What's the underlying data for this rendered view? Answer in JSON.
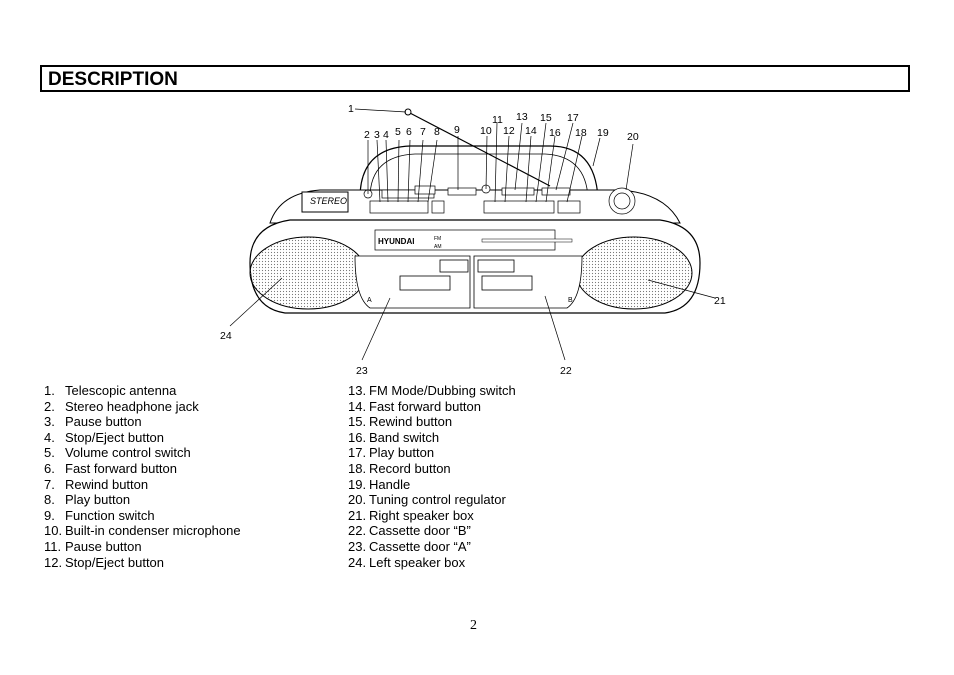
{
  "header": {
    "title": "DESCRIPTION"
  },
  "figure": {
    "brand": "HYUNDAI",
    "stereo_label": "STEREO",
    "deck_a_label": "A",
    "deck_b_label": "B",
    "band_fm": "FM",
    "band_am": "AM",
    "callouts": [
      "1",
      "2",
      "3",
      "4",
      "5",
      "6",
      "7",
      "8",
      "9",
      "10",
      "11",
      "12",
      "13",
      "14",
      "15",
      "16",
      "17",
      "18",
      "19",
      "20",
      "21",
      "22",
      "23",
      "24"
    ]
  },
  "legend": {
    "left": [
      {
        "num": "1.",
        "text": "Telescopic antenna"
      },
      {
        "num": "2.",
        "text": "Stereo headphone jack"
      },
      {
        "num": "3.",
        "text": "Pause button"
      },
      {
        "num": "4.",
        "text": "Stop/Eject button"
      },
      {
        "num": "5.",
        "text": "Volume control switch"
      },
      {
        "num": "6.",
        "text": "Fast forward button"
      },
      {
        "num": "7.",
        "text": "Rewind button"
      },
      {
        "num": "8.",
        "text": "Play button"
      },
      {
        "num": "9.",
        "text": "Function switch"
      },
      {
        "num": "10.",
        "text": "Built-in condenser microphone"
      },
      {
        "num": "11.",
        "text": "Pause button"
      },
      {
        "num": "12.",
        "text": "Stop/Eject button"
      }
    ],
    "right": [
      {
        "num": "13.",
        "text": "FM Mode/Dubbing switch"
      },
      {
        "num": "14.",
        "text": "Fast forward button"
      },
      {
        "num": "15.",
        "text": "Rewind button"
      },
      {
        "num": "16.",
        "text": "Band switch"
      },
      {
        "num": "17.",
        "text": "Play button"
      },
      {
        "num": "18.",
        "text": "Record button"
      },
      {
        "num": "19.",
        "text": "Handle"
      },
      {
        "num": "20.",
        "text": "Tuning control regulator"
      },
      {
        "num": "21.",
        "text": "Right speaker box"
      },
      {
        "num": "22.",
        "text": "Cassette door “B”"
      },
      {
        "num": "23.",
        "text": "Cassette door “A”"
      },
      {
        "num": "24.",
        "text": "Left speaker box"
      }
    ]
  },
  "footer": {
    "page_number": "2"
  }
}
